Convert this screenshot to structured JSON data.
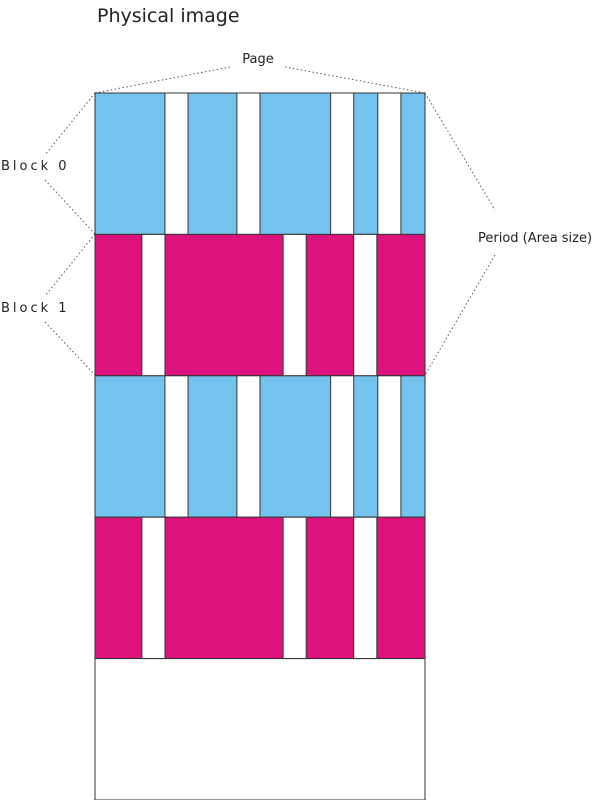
{
  "title": "Physical image",
  "labels": {
    "page": "Page",
    "block0": "Block 0",
    "block1": "Block 1",
    "period": "Period (Area size)"
  },
  "colors": {
    "block0": "#73c3ee",
    "block1": "#dc137c",
    "outline": "#333333",
    "dotted": "#555555"
  },
  "rows": [
    {
      "block": "block0",
      "gaps": [
        [
          0.212,
          0.282
        ],
        [
          0.43,
          0.5
        ],
        [
          0.714,
          0.784
        ],
        [
          0.857,
          0.927
        ]
      ]
    },
    {
      "block": "block1",
      "gaps": [
        [
          0.142,
          0.212
        ],
        [
          0.57,
          0.64
        ],
        [
          0.784,
          0.854
        ]
      ]
    },
    {
      "block": "block0",
      "gaps": [
        [
          0.212,
          0.282
        ],
        [
          0.43,
          0.5
        ],
        [
          0.714,
          0.784
        ],
        [
          0.857,
          0.927
        ]
      ]
    },
    {
      "block": "block1",
      "gaps": [
        [
          0.142,
          0.212
        ],
        [
          0.57,
          0.64
        ],
        [
          0.784,
          0.854
        ]
      ]
    },
    {
      "block": "empty",
      "gaps": []
    }
  ]
}
